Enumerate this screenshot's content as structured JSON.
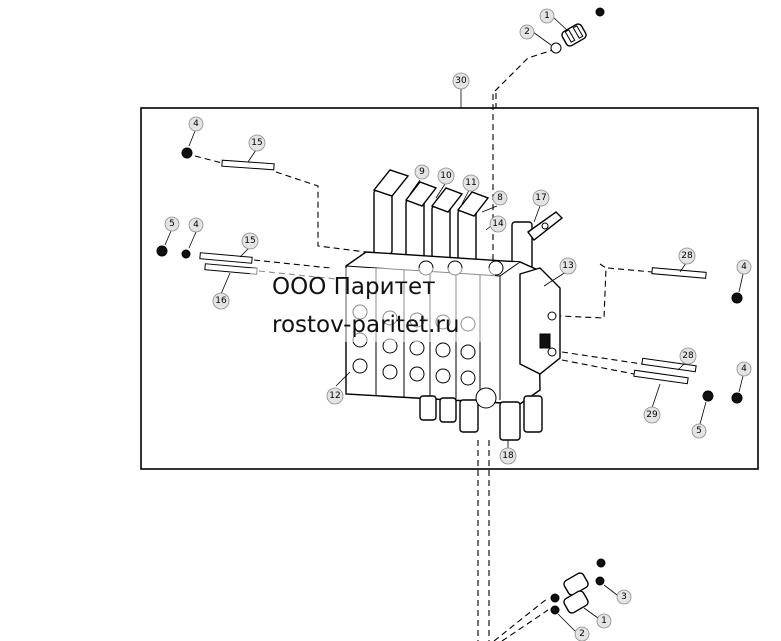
{
  "callouts": {
    "c1_top": "1",
    "c2_top": "2",
    "c30": "30",
    "c4_a": "4",
    "c15_a": "15",
    "c9": "9",
    "c10": "10",
    "c11": "11",
    "c8": "8",
    "c14": "14",
    "c17": "17",
    "c5_a": "5",
    "c4_b": "4",
    "c15_b": "15",
    "c16": "16",
    "c13": "13",
    "c28_a": "28",
    "c4_c": "4",
    "c12": "12",
    "c28_b": "28",
    "c4_d": "4",
    "c29": "29",
    "c5_b": "5",
    "c18": "18",
    "c3_bot": "3",
    "c1_bot": "1",
    "c2_bot": "2"
  },
  "watermark": {
    "line1": "ООО Паритет",
    "line2": "rostov-paritet.ru"
  }
}
